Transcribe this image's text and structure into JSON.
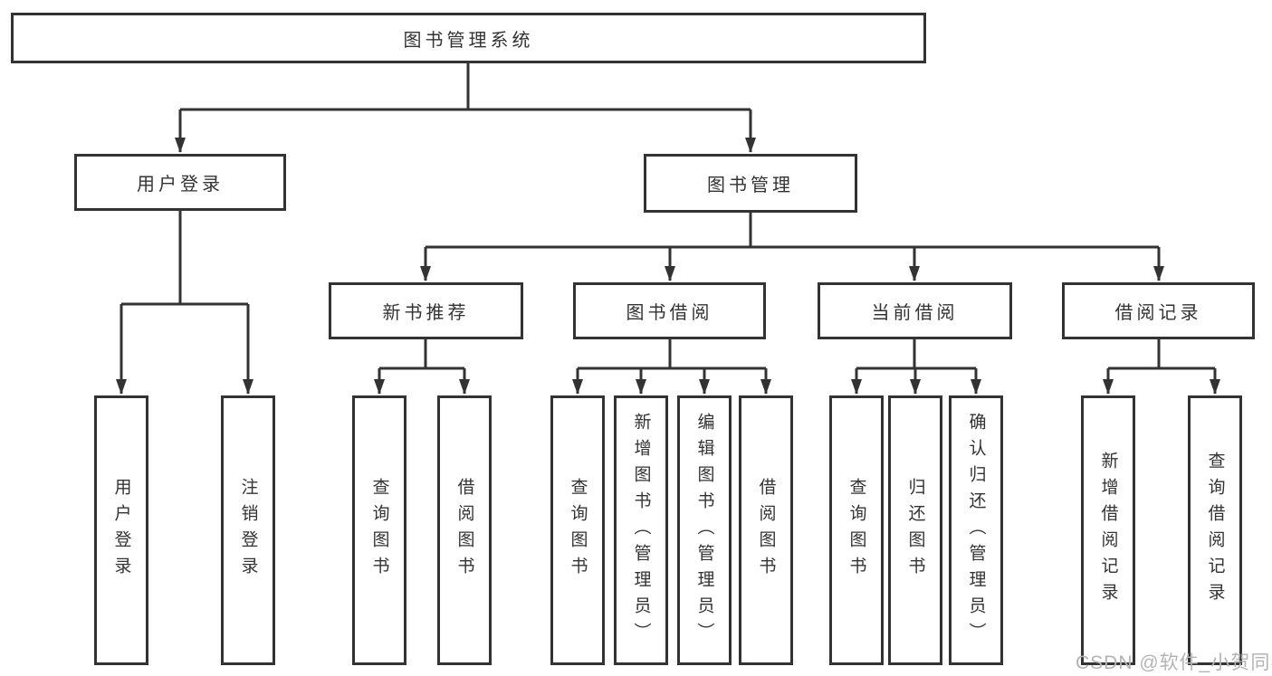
{
  "diagram_title": "图书管理系统",
  "colors": {
    "line": "#333333",
    "text": "#333333",
    "box_fill": "#ffffff",
    "background": "#ffffff",
    "watermark_text_color": "#b4b4b4"
  },
  "tree": {
    "label": "图书管理系统",
    "children": [
      {
        "label": "用户登录",
        "children": [
          {
            "label": "用户登录"
          },
          {
            "label": "注销登录"
          }
        ]
      },
      {
        "label": "图书管理",
        "children": [
          {
            "label": "新书推荐",
            "children": [
              {
                "label": "查询图书"
              },
              {
                "label": "借阅图书"
              }
            ]
          },
          {
            "label": "图书借阅",
            "children": [
              {
                "label": "查询图书"
              },
              {
                "label": "新增图书（管理员）"
              },
              {
                "label": "编辑图书（管理员）"
              },
              {
                "label": "借阅图书"
              }
            ]
          },
          {
            "label": "当前借阅",
            "children": [
              {
                "label": "查询图书"
              },
              {
                "label": "归还图书"
              },
              {
                "label": "确认归还（管理员）"
              }
            ]
          },
          {
            "label": "借阅记录",
            "children": [
              {
                "label": "新增借阅记录"
              },
              {
                "label": "查询借阅记录"
              }
            ]
          }
        ]
      }
    ]
  },
  "watermark": "CSDN @软件_小贺同学"
}
